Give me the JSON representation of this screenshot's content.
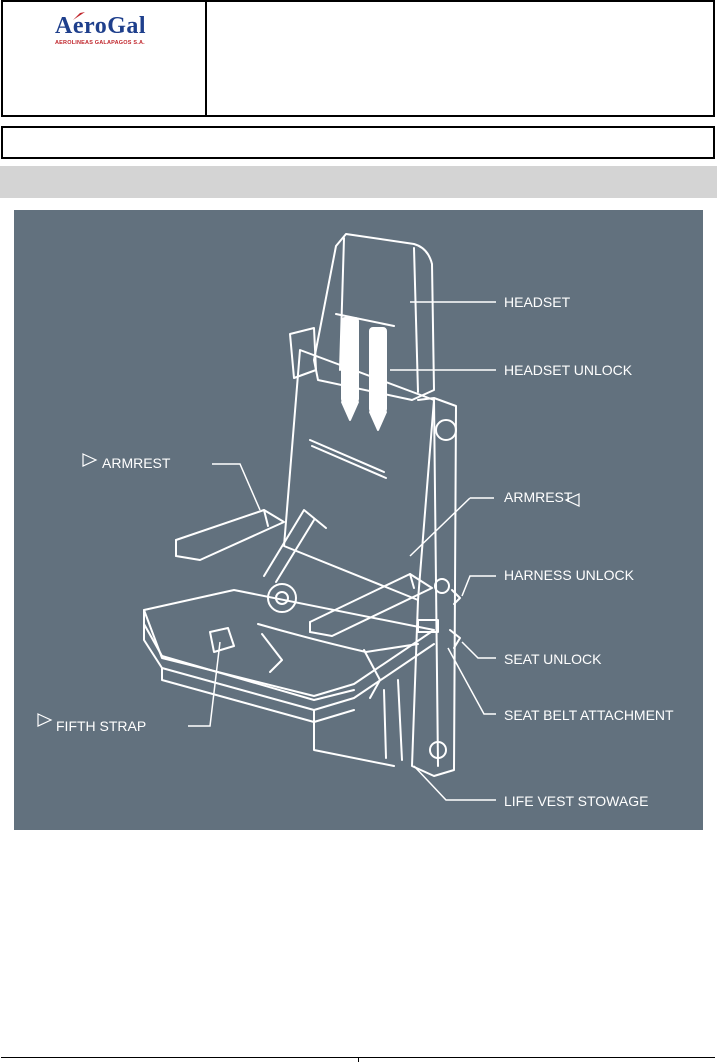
{
  "header": {
    "logo": {
      "brand": "AeroGal",
      "subtitle": "AEROLINEAS GALAPAGOS S.A."
    },
    "title": ""
  },
  "diagram": {
    "callouts": {
      "headset": "HEADSET",
      "headset_unlock": "HEADSET UNLOCK",
      "armrest_left": "ARMREST",
      "armrest_right": "ARMREST",
      "harness_unlock": "HARNESS UNLOCK",
      "seat_unlock": "SEAT UNLOCK",
      "seat_belt_attachment": "SEAT BELT ATTACHMENT",
      "fifth_strap": "FIFTH STRAP",
      "life_vest_stowage": "LIFE VEST STOWAGE"
    },
    "colors": {
      "background": "#62717e",
      "lines": "#ffffff",
      "logo_blue": "#1e3f8c",
      "logo_red": "#c0262c"
    },
    "marker_icon": "star-triangle-icon"
  }
}
